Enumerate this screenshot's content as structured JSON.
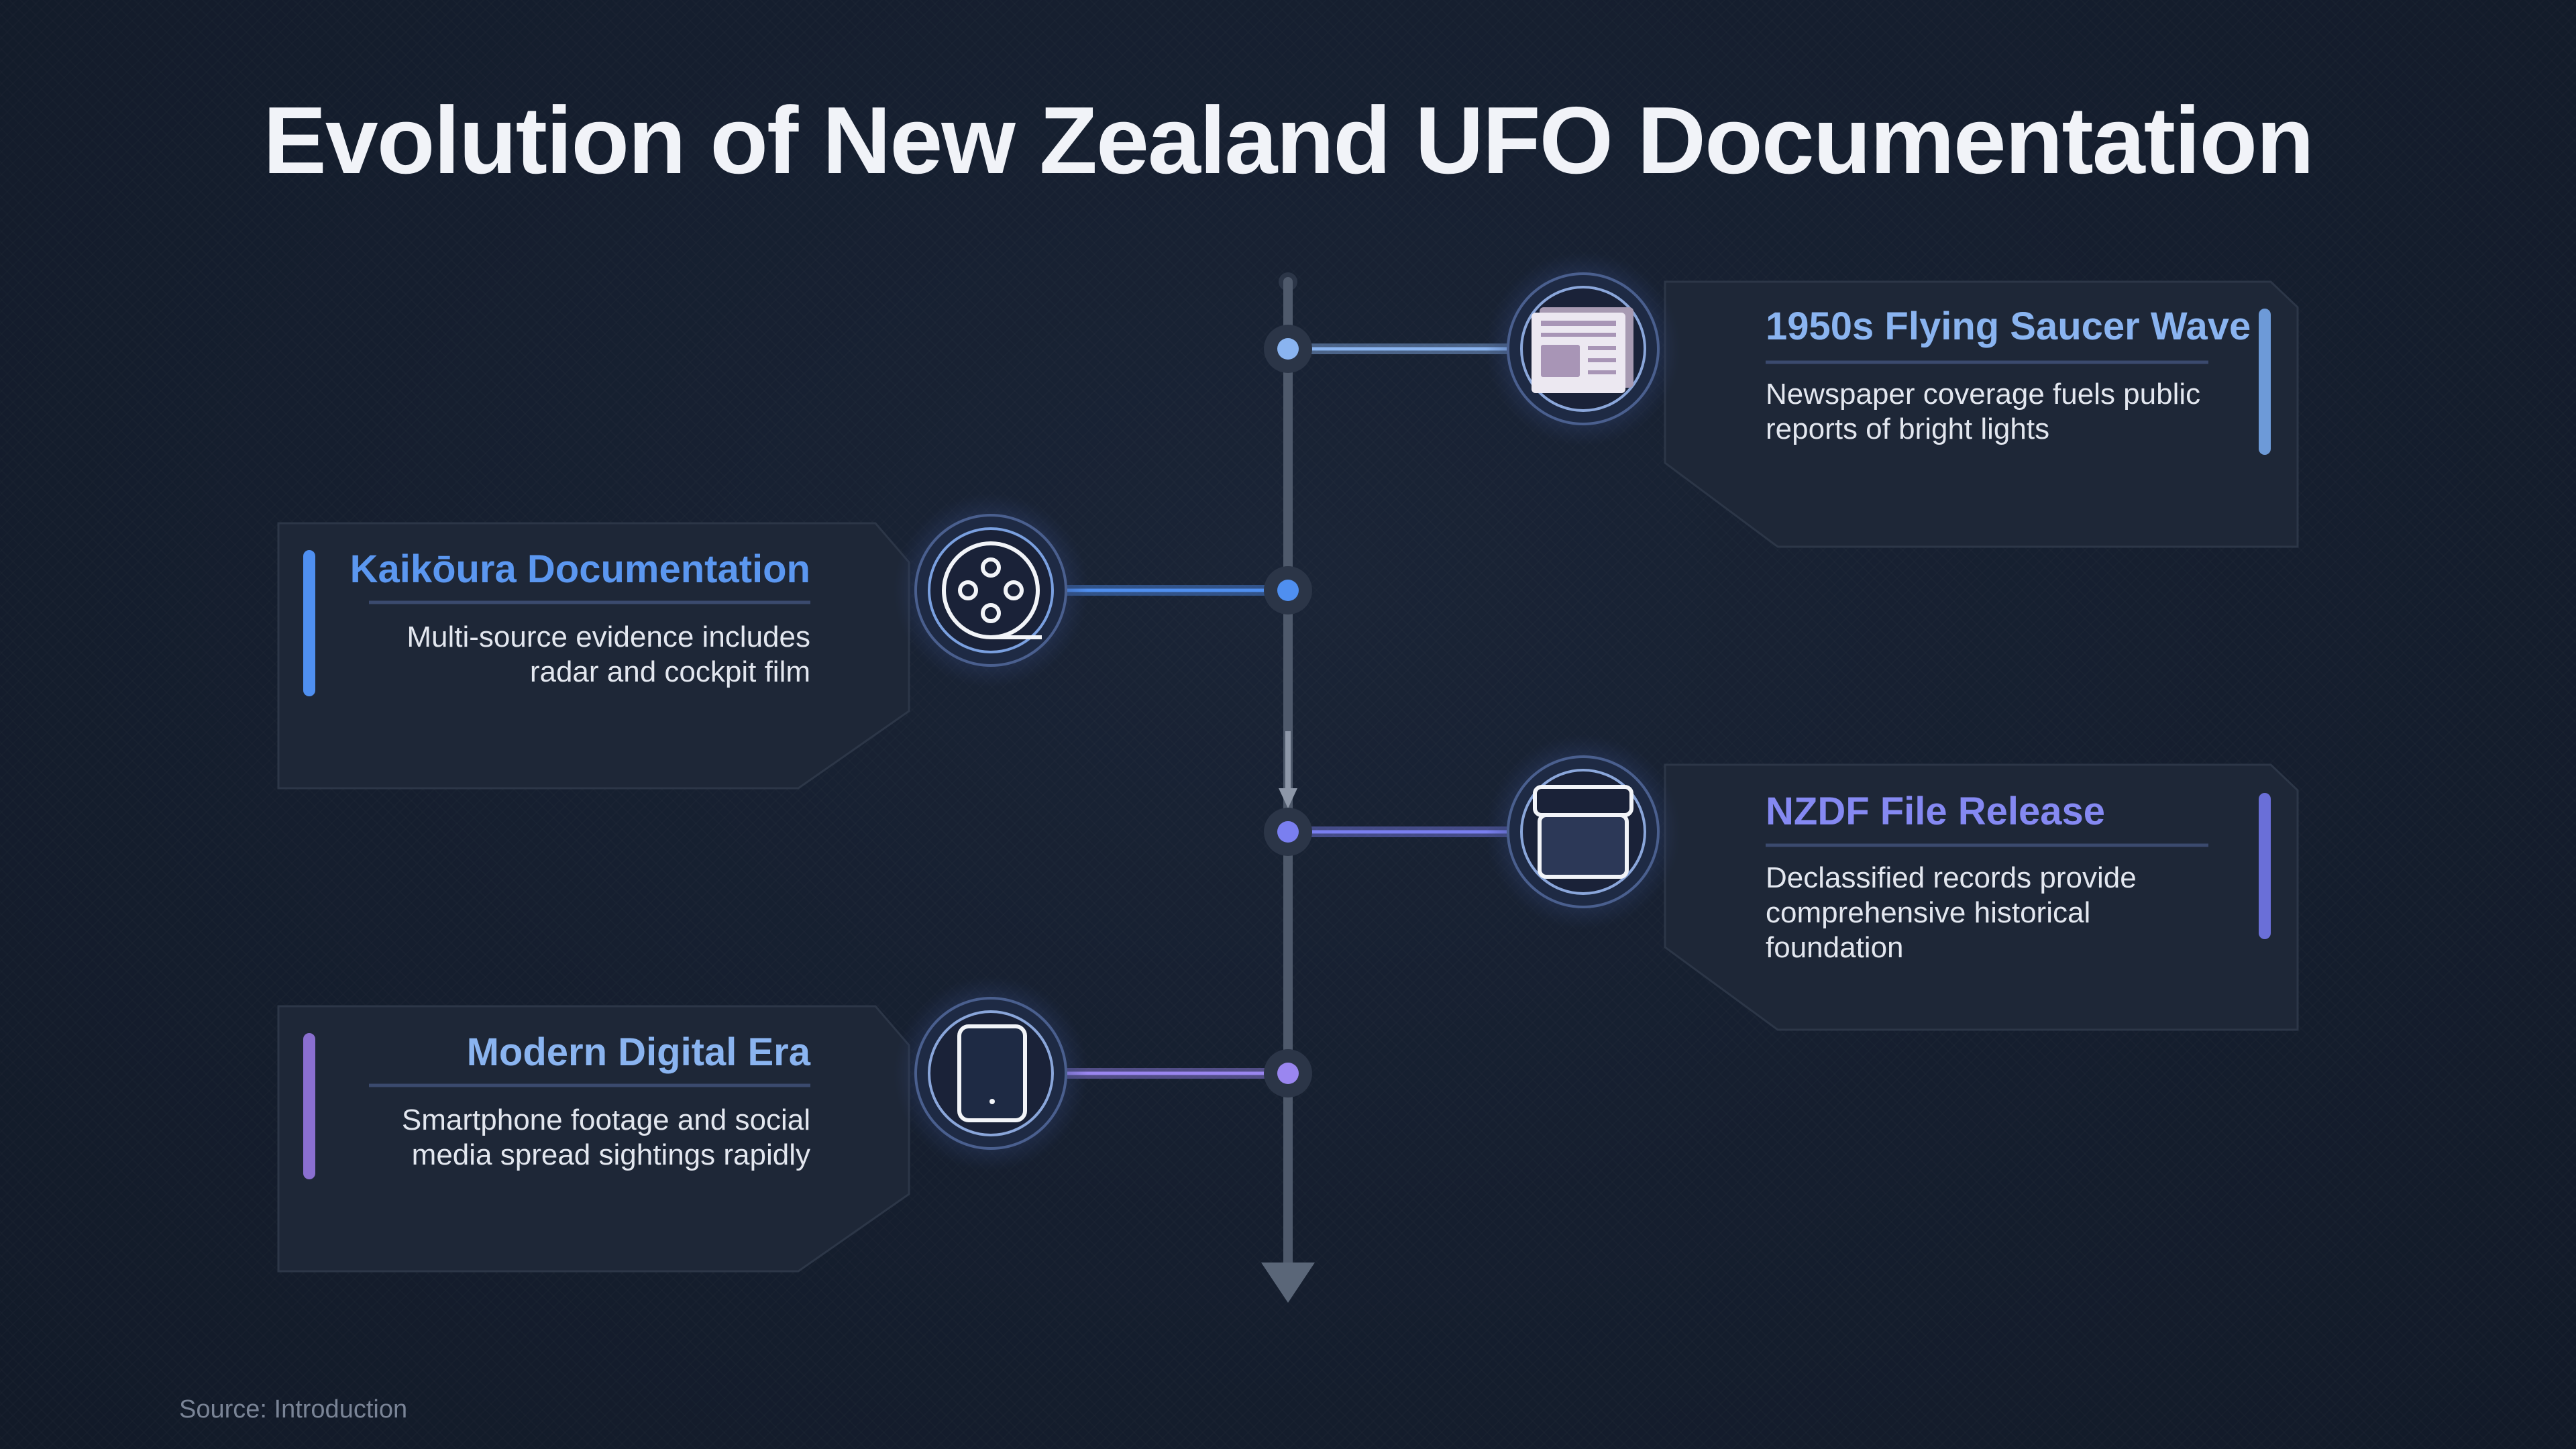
{
  "title": "Evolution of New Zealand UFO Documentation",
  "source": "Source: Introduction",
  "colors": {
    "background": "#141d2d",
    "card": "#1e2737",
    "spine": "#5a6678",
    "event1": "#8ab4f0",
    "event2": "#4f8ff0",
    "event3": "#7a7ff0",
    "event4": "#9a86f0"
  },
  "events": [
    {
      "title": "1950s Flying Saucer Wave",
      "description": "Newspaper coverage fuels public reports of bright lights",
      "icon": "newspaper-icon",
      "side": "right"
    },
    {
      "title": "Kaikōura Documentation",
      "description": "Multi-source evidence includes radar and cockpit film",
      "icon": "film-reel-icon",
      "side": "left"
    },
    {
      "title": "NZDF File Release",
      "description": "Declassified records provide comprehensive historical foundation",
      "icon": "archive-box-icon",
      "side": "right"
    },
    {
      "title": "Modern Digital Era",
      "description": "Smartphone footage and social media spread sightings rapidly",
      "icon": "smartphone-icon",
      "side": "left"
    }
  ]
}
